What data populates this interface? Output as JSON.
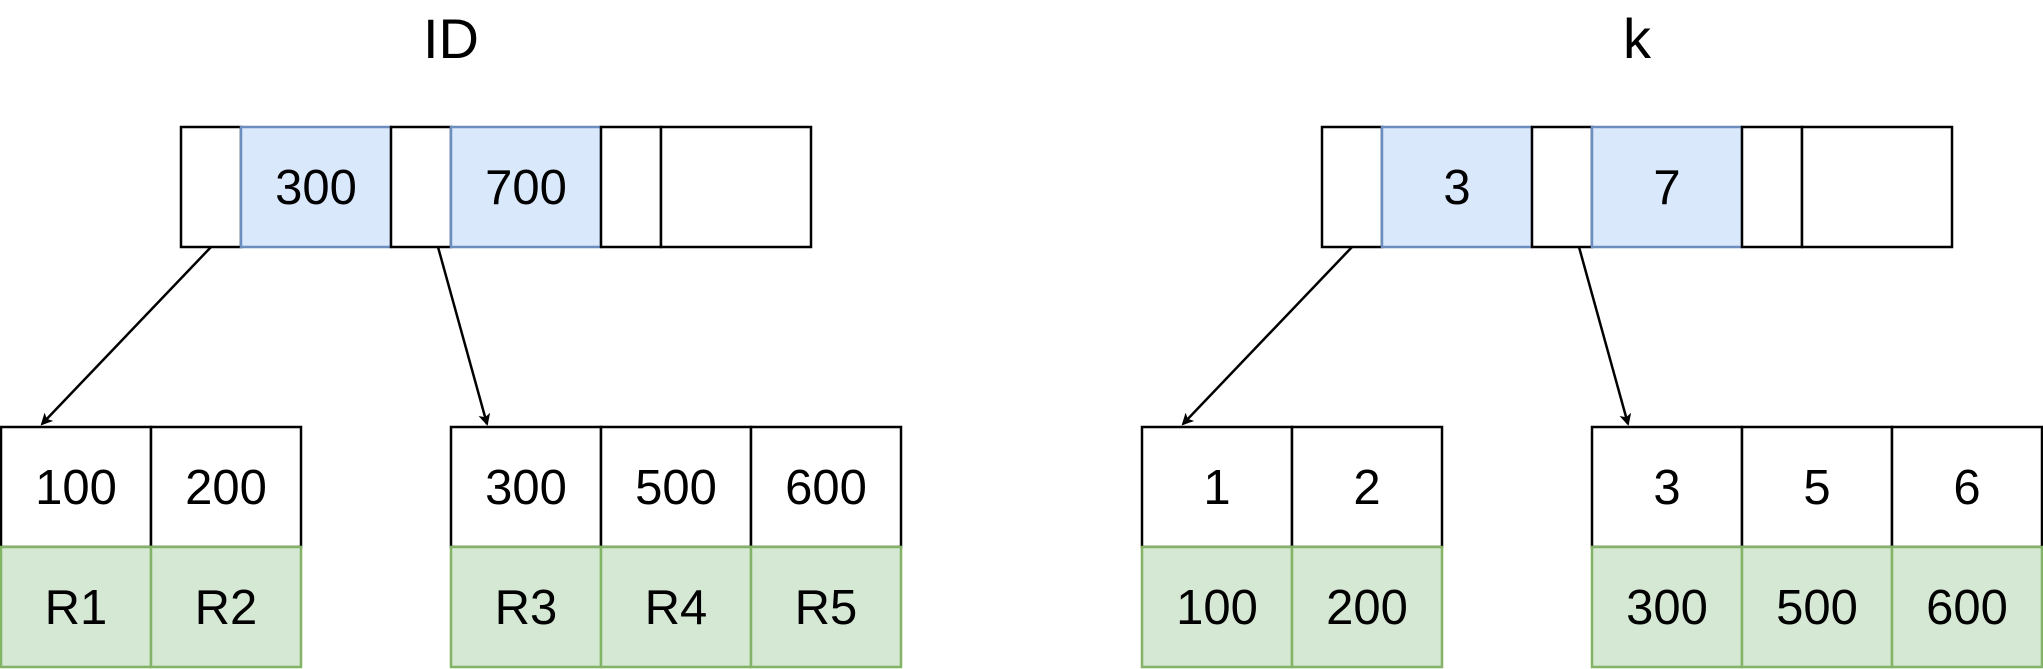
{
  "colors": {
    "key_fill": "#dae8fc",
    "key_stroke": "#6c8ebf",
    "value_fill": "#d5e8d4",
    "value_stroke": "#82b366",
    "line": "#000000"
  },
  "trees": [
    {
      "title": "ID",
      "root_keys": [
        "300",
        "700"
      ],
      "leaves": [
        {
          "keys": [
            "100",
            "200"
          ],
          "values": [
            "R1",
            "R2"
          ]
        },
        {
          "keys": [
            "300",
            "500",
            "600"
          ],
          "values": [
            "R3",
            "R4",
            "R5"
          ]
        }
      ]
    },
    {
      "title": "k",
      "root_keys": [
        "3",
        "7"
      ],
      "leaves": [
        {
          "keys": [
            "1",
            "2"
          ],
          "values": [
            "100",
            "200"
          ]
        },
        {
          "keys": [
            "3",
            "5",
            "6"
          ],
          "values": [
            "300",
            "500",
            "600"
          ]
        }
      ]
    }
  ]
}
